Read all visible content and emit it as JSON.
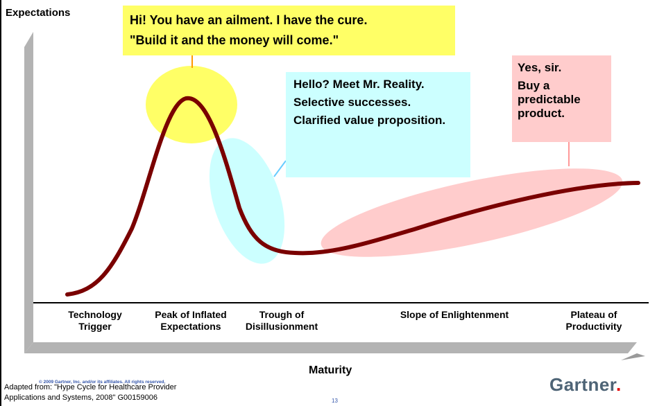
{
  "axes": {
    "y_label": "Expectations",
    "x_label": "Maturity"
  },
  "callouts": {
    "hype": [
      "Hi! You have an ailment. I have the cure.",
      "\"Build it and the money will come.\""
    ],
    "reality": [
      "Hello? Meet Mr. Reality.",
      "Selective successes.",
      "Clarified value proposition."
    ],
    "plateau": [
      "Yes, sir.",
      "Buy a predictable product."
    ]
  },
  "stages": [
    "Technology Trigger",
    "Peak of Inflated Expectations",
    "Trough of Disillusionment",
    "Slope of Enlightenment",
    "Plateau of Productivity"
  ],
  "footer": {
    "source_line1": "Adapted from: \"Hype Cycle for Healthcare Provider",
    "source_line2": "Applications and Systems, 2008\" G00159006",
    "copyright": "© 2009 Gartner, Inc. and/or its affiliates. All rights reserved.",
    "page_number": "13"
  },
  "logo": {
    "text": "Gartner",
    "dot": "."
  },
  "colors": {
    "curve": "#7a0000",
    "hype_highlight": "#ffff66",
    "reality_highlight": "#ccffff",
    "plateau_highlight": "#ffcccc",
    "axis": "#9a9a9a",
    "brand": "#4e6476"
  }
}
